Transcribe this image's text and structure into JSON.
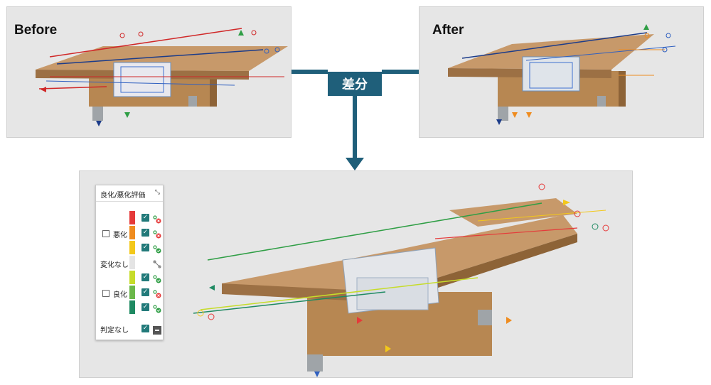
{
  "before_panel": {
    "title": "Before"
  },
  "after_panel": {
    "title": "After"
  },
  "diff": {
    "label": "差分"
  },
  "eval_panel": {
    "title": "良化/悪化評価",
    "collapse_icon": "collapse-icon",
    "groups": {
      "worse": {
        "label": "悪化"
      },
      "no_change": {
        "label": "変化なし"
      },
      "better": {
        "label": "良化"
      },
      "undetermined": {
        "label": "判定なし"
      }
    },
    "levels": [
      {
        "color": "#e53a3a",
        "checked": true,
        "status_icon": "worse-icon"
      },
      {
        "color": "#ef8c1f",
        "checked": true,
        "status_icon": "worse-icon"
      },
      {
        "color": "#f3c81a",
        "checked": true,
        "status_icon": "ok-icon"
      },
      {
        "color": "#e4e4e4",
        "checked": false,
        "status_icon": "no-change-icon"
      },
      {
        "color": "#c6dc2a",
        "checked": true,
        "status_icon": "ok-icon"
      },
      {
        "color": "#6bb84a",
        "checked": true,
        "status_icon": "worse-icon"
      },
      {
        "color": "#1f8a62",
        "checked": true,
        "status_icon": "ok-icon"
      }
    ],
    "undetermined_checked": true
  }
}
